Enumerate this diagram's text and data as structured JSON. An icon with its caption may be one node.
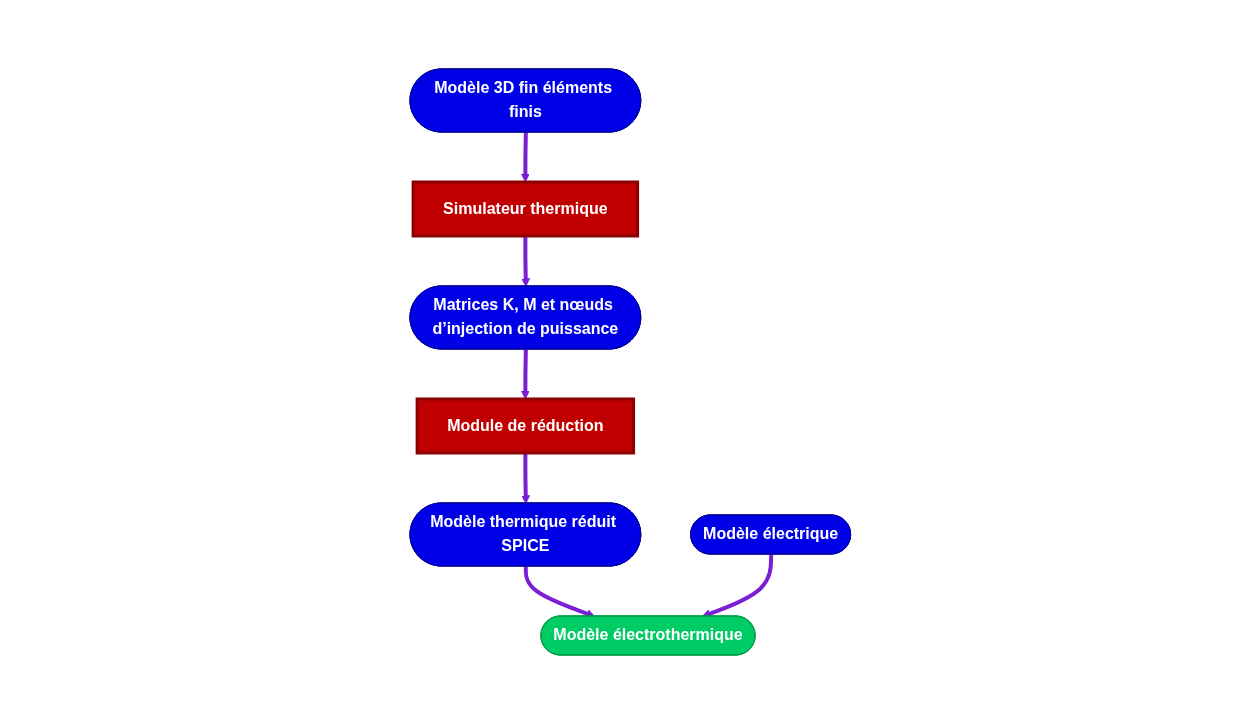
{
  "diagram": {
    "nodes": [
      {
        "text": [
          "Modèle 3D fin éléments finis"
        ]
      },
      {
        "text": [
          "Simulateur thermique"
        ]
      },
      {
        "text": [
          "Matrices K, M et nœuds d’injection de puissance"
        ]
      },
      {
        "text": [
          "Module de réduction"
        ]
      },
      {
        "text": [
          "Modèle thermique réduit SPICE"
        ]
      },
      {
        "text": [
          "Modèle électrique"
        ]
      },
      {
        "text": [
          "Modèle électrothermique"
        ]
      }
    ],
    "edges": [
      {
        "from": 0,
        "to": 1,
        "arrow": "to"
      },
      {
        "from": 1,
        "to": 2,
        "arrow": "to"
      },
      {
        "from": 2,
        "to": 3,
        "arrow": "to"
      },
      {
        "from": 3,
        "to": 4,
        "arrow": "to"
      },
      {
        "from": 4,
        "to": 6,
        "arrow": "to"
      },
      {
        "from": 5,
        "to": 6,
        "arrow": "to"
      }
    ]
  }
}
